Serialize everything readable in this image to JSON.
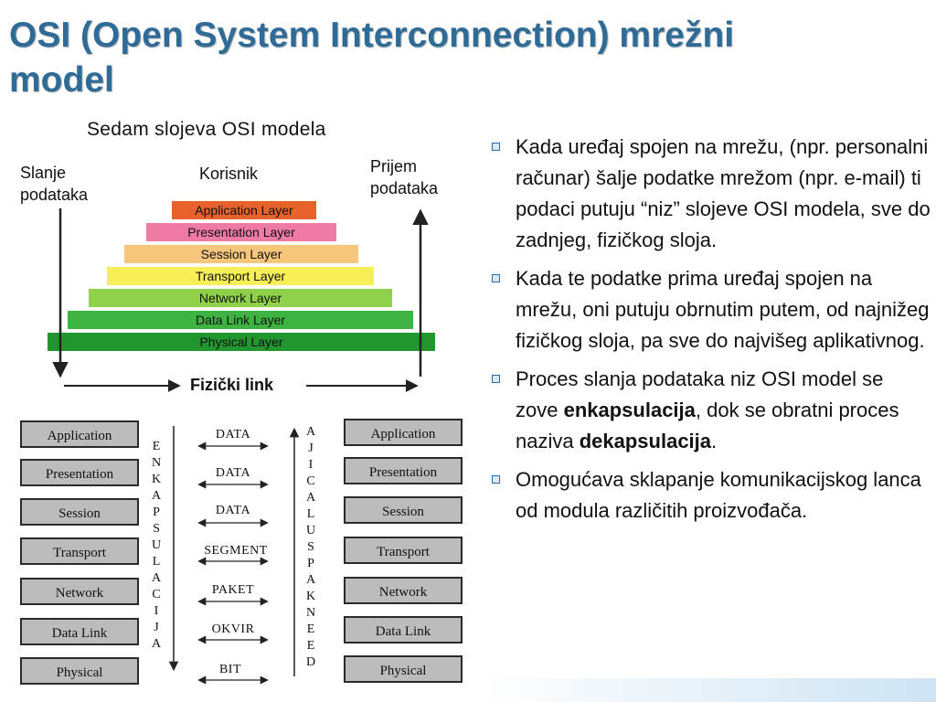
{
  "title": {
    "line1": "OSI (Open System Interconnection) mrežni",
    "line2": "model"
  },
  "pyramid": {
    "caption": "Sedam slojeva OSI modela",
    "left_label": [
      "Slanje",
      "podataka"
    ],
    "right_label": [
      "Prijem",
      "podataka"
    ],
    "top_label": "Korisnik",
    "bottom_label": "Fizički link",
    "layers": [
      {
        "label": "Application Layer",
        "color": "#e8622c"
      },
      {
        "label": "Presentation Layer",
        "color": "#ef7aa4"
      },
      {
        "label": "Session Layer",
        "color": "#f6c67a"
      },
      {
        "label": "Transport Layer",
        "color": "#f6ef58"
      },
      {
        "label": "Network Layer",
        "color": "#8fd24a"
      },
      {
        "label": "Data Link Layer",
        "color": "#3fb342"
      },
      {
        "label": "Physical Layer",
        "color": "#21962f"
      }
    ]
  },
  "osi_diagram": {
    "left_stack": [
      "Application",
      "Presentation",
      "Session",
      "Transport",
      "Network",
      "Data Link",
      "Physical"
    ],
    "right_stack": [
      "Application",
      "Presentation",
      "Session",
      "Transport",
      "Network",
      "Data Link",
      "Physical"
    ],
    "pdus": [
      "DATA",
      "DATA",
      "DATA",
      "SEGMENT",
      "PAKET",
      "OKVIR",
      "BIT"
    ],
    "left_vertical": [
      "E",
      "N",
      "K",
      "A",
      "P",
      "S",
      "U",
      "L",
      "A",
      "C",
      "I",
      "J",
      "A"
    ],
    "right_vertical": [
      "A",
      "J",
      "I",
      "C",
      "A",
      "L",
      "U",
      "S",
      "P",
      "A",
      "K",
      "N",
      "E",
      "E",
      "D"
    ]
  },
  "bullets": [
    {
      "parts": [
        {
          "t": "Kada uređaj spojen na mrežu, (npr. personalni računar) šalje podatke mrežom (npr. e-mail) ti podaci putuju “niz” slojeve OSI modela, sve do zadnjeg, fizičkog sloja."
        }
      ]
    },
    {
      "parts": [
        {
          "t": " Kada te podatke prima uređaj spojen na mrežu, oni putuju obrnutim putem, od najnižeg fizičkog sloja, pa sve do najvišeg aplikativnog."
        }
      ]
    },
    {
      "parts": [
        {
          "t": " Proces slanja podataka niz OSI model se zove "
        },
        {
          "t": "enkapsulacija",
          "b": true
        },
        {
          "t": ", dok se obratni proces naziva "
        },
        {
          "t": "dekapsulacija",
          "b": true
        },
        {
          "t": "."
        }
      ]
    },
    {
      "parts": [
        {
          "t": "Omogućava sklapanje komunikacijskog lanca od modula različitih proizvođača."
        }
      ]
    }
  ],
  "colors": {
    "title": "#2f6b97",
    "box_fill": "#bcbcbc",
    "bullet_border": "#2a6aa6"
  }
}
